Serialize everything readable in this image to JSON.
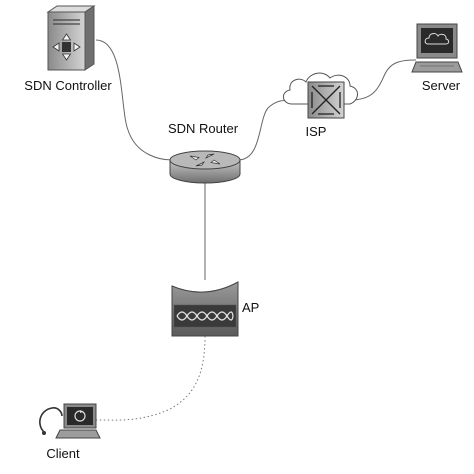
{
  "nodes": {
    "sdn_controller": {
      "label": "SDN Controller",
      "icon": "server-tower-icon"
    },
    "sdn_router": {
      "label": "SDN Router",
      "icon": "router-icon"
    },
    "isp": {
      "label": "ISP",
      "icon": "cloud-switch-icon"
    },
    "server": {
      "label": "Server",
      "icon": "workstation-icon"
    },
    "ap": {
      "label": "AP",
      "icon": "access-point-icon"
    },
    "client": {
      "label": "Client",
      "icon": "laptop-icon"
    }
  },
  "links": [
    {
      "from": "SDN Controller",
      "to": "SDN Router",
      "style": "solid"
    },
    {
      "from": "SDN Router",
      "to": "ISP",
      "style": "solid"
    },
    {
      "from": "ISP",
      "to": "Server",
      "style": "solid"
    },
    {
      "from": "SDN Router",
      "to": "AP",
      "style": "solid"
    },
    {
      "from": "AP",
      "to": "Client",
      "style": "dotted"
    }
  ]
}
